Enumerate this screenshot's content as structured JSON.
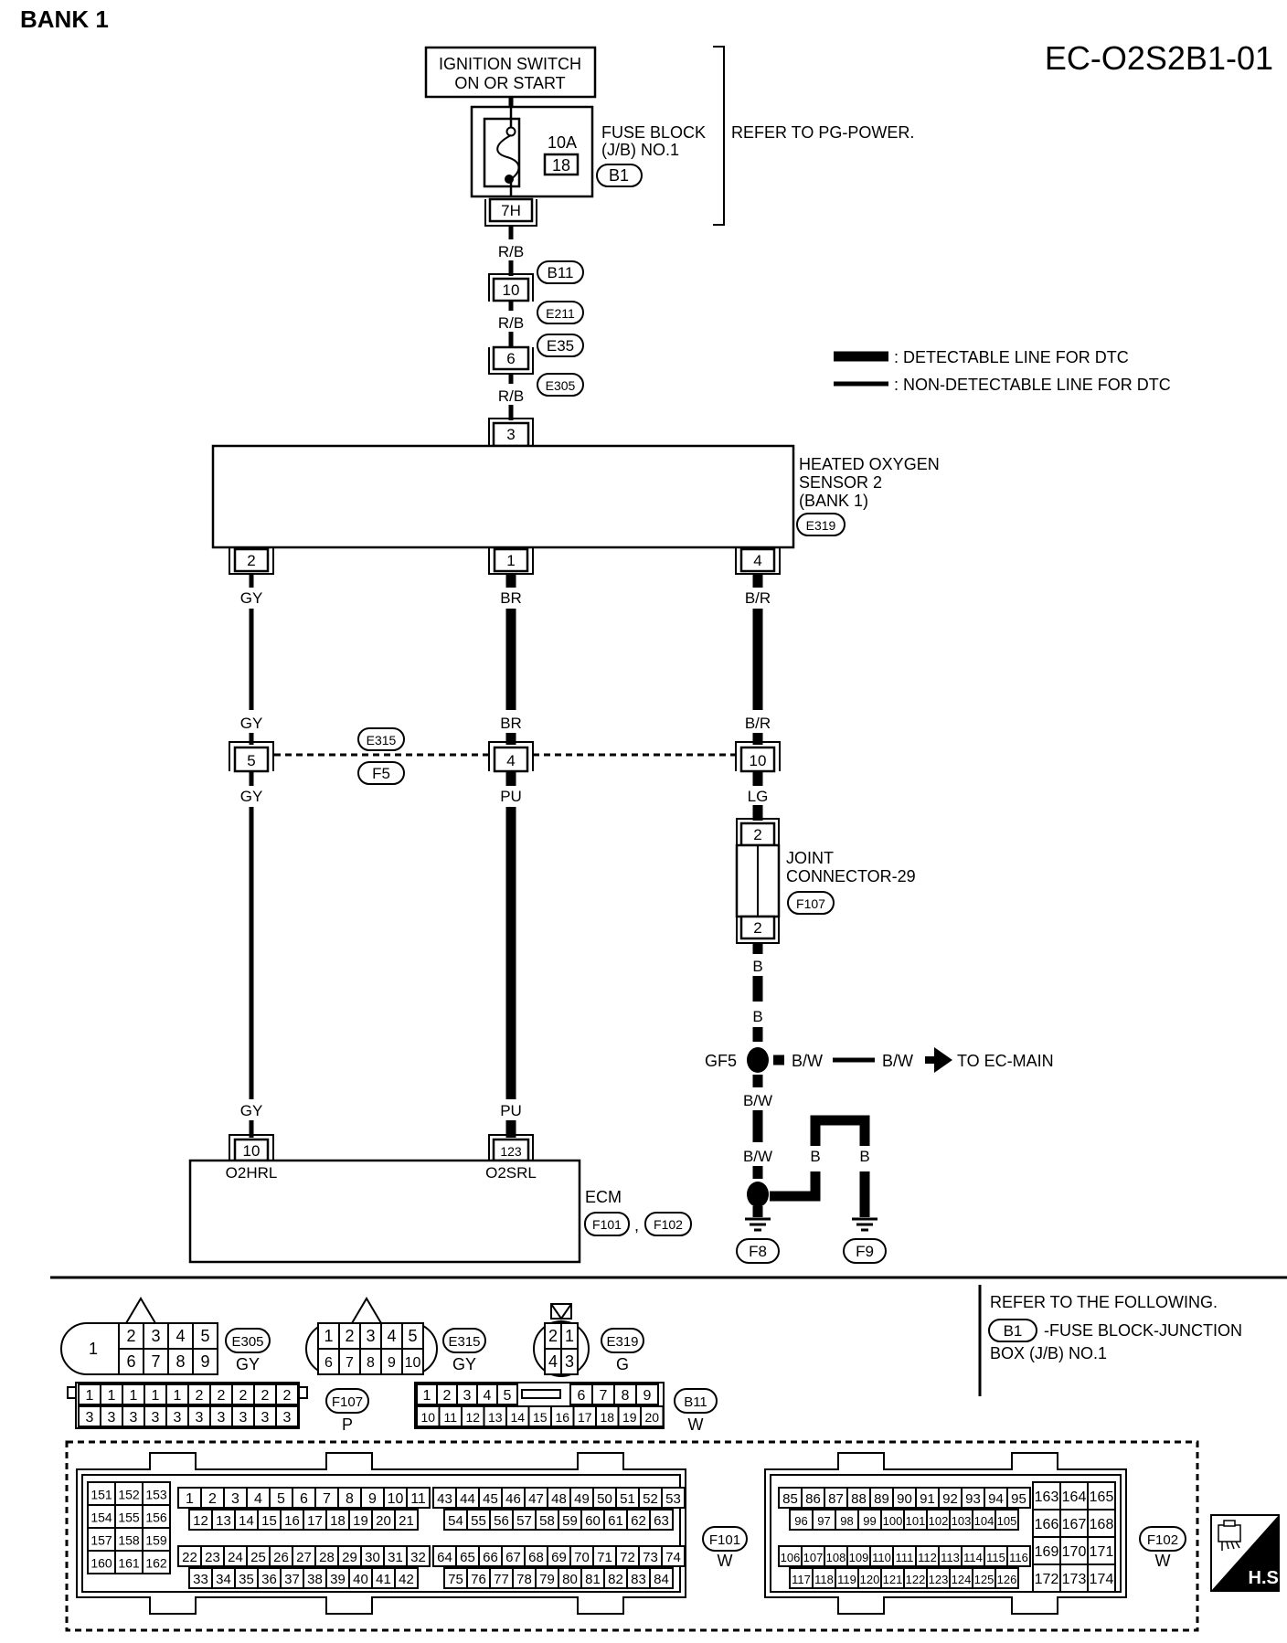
{
  "title": "BANK 1",
  "diagram_code": "EC-O2S2B1-01",
  "ignition": {
    "line1": "IGNITION SWITCH",
    "line2": "ON OR START"
  },
  "fuse_block": {
    "rating": "10A",
    "fuse_no": "18",
    "label1": "FUSE BLOCK",
    "label2": "(J/B) NO.1",
    "connector": "B1",
    "terminal": "7H",
    "refer": "REFER TO PG-POWER."
  },
  "legend": {
    "detectable": ": DETECTABLE LINE FOR DTC",
    "non_detectable": ": NON-DETECTABLE LINE FOR DTC"
  },
  "power_chain": {
    "wire1": "R/B",
    "b11_terminal": "10",
    "b11": "B11",
    "e211": "E211",
    "wire2": "R/B",
    "e35_terminal": "6",
    "e35": "E35",
    "e305": "E305",
    "wire3": "R/B",
    "sensor_terminal": "3"
  },
  "sensor": {
    "line1": "HEATED OXYGEN",
    "line2": "SENSOR 2",
    "line3": "(BANK 1)",
    "connector": "E319",
    "pins": [
      {
        "terminal": "2",
        "wire_top": "GY",
        "wire_mid": "GY",
        "inline_terminal": "5",
        "wire_below": "GY"
      },
      {
        "terminal": "1",
        "wire_top": "BR",
        "wire_mid": "BR",
        "inline_terminal": "4",
        "wire_below": "PU"
      },
      {
        "terminal": "4",
        "wire_top": "B/R",
        "wire_mid": "B/R",
        "inline_terminal": "10",
        "wire_below": "LG"
      }
    ]
  },
  "inline_connector": {
    "top": "E315",
    "bottom": "F5"
  },
  "joint": {
    "line1": "JOINT",
    "line2": "CONNECTOR-29",
    "connector": "F107",
    "terminal_top": "2",
    "terminal_bottom": "2",
    "wire_out": "B",
    "wire_out2": "B"
  },
  "ground": {
    "gf5": "GF5",
    "bw1": "B/W",
    "bw2": "B/W",
    "to_main": "TO EC-MAIN",
    "bw_down1": "B/W",
    "bw_down2": "B/W",
    "b1": "B",
    "b2": "B",
    "f8": "F8",
    "f9": "F9"
  },
  "ecm": {
    "label": "ECM",
    "conn1": "F101",
    "sep": ",",
    "conn2": "F102",
    "pins": [
      {
        "terminal": "10",
        "name": "O2HRL",
        "wire": "GY"
      },
      {
        "terminal": "123",
        "name": "O2SRL",
        "wire": "PU"
      }
    ]
  },
  "refer_box": {
    "line1": "REFER TO THE FOLLOWING.",
    "conn": "B1",
    "line2": "-FUSE BLOCK-JUNCTION",
    "line3": "BOX (J/B) NO.1"
  },
  "connectors": {
    "e305": {
      "id": "E305",
      "color": "GY",
      "big": "1",
      "top": [
        "2",
        "3",
        "4",
        "5"
      ],
      "bottom": [
        "6",
        "7",
        "8",
        "9"
      ]
    },
    "e315": {
      "id": "E315",
      "color": "GY",
      "top": [
        "1",
        "2",
        "3",
        "4",
        "5"
      ],
      "bottom": [
        "6",
        "7",
        "8",
        "9",
        "10"
      ]
    },
    "e319": {
      "id": "E319",
      "color": "G",
      "top": [
        "2",
        "1"
      ],
      "bottom": [
        "4",
        "3"
      ]
    },
    "f107": {
      "id": "F107",
      "color": "P",
      "top": [
        "1",
        "1",
        "1",
        "1",
        "1",
        "2",
        "2",
        "2",
        "2",
        "2"
      ],
      "bottom": [
        "3",
        "3",
        "3",
        "3",
        "3",
        "3",
        "3",
        "3",
        "3",
        "3"
      ]
    },
    "b11": {
      "id": "B11",
      "color": "W",
      "top_left": [
        "1",
        "2",
        "3",
        "4",
        "5"
      ],
      "top_right": [
        "6",
        "7",
        "8",
        "9"
      ],
      "bottom": [
        "10",
        "11",
        "12",
        "13",
        "14",
        "15",
        "16",
        "17",
        "18",
        "19",
        "20"
      ]
    },
    "f101": {
      "id": "F101",
      "color": "W",
      "grid": [
        [
          "151",
          "152",
          "153"
        ],
        [
          "154",
          "155",
          "156"
        ],
        [
          "157",
          "158",
          "159"
        ],
        [
          "160",
          "161",
          "162"
        ]
      ],
      "r1a": [
        "1",
        "2",
        "3",
        "4",
        "5",
        "6",
        "7",
        "8",
        "9",
        "10",
        "11"
      ],
      "r2a": [
        "12",
        "13",
        "14",
        "15",
        "16",
        "17",
        "18",
        "19",
        "20",
        "21"
      ],
      "r3a": [
        "22",
        "23",
        "24",
        "25",
        "26",
        "27",
        "28",
        "29",
        "30",
        "31",
        "32"
      ],
      "r4a": [
        "33",
        "34",
        "35",
        "36",
        "37",
        "38",
        "39",
        "40",
        "41",
        "42"
      ],
      "r1b": [
        "43",
        "44",
        "45",
        "46",
        "47",
        "48",
        "49",
        "50",
        "51",
        "52",
        "53"
      ],
      "r2b": [
        "54",
        "55",
        "56",
        "57",
        "58",
        "59",
        "60",
        "61",
        "62",
        "63"
      ],
      "r3b": [
        "64",
        "65",
        "66",
        "67",
        "68",
        "69",
        "70",
        "71",
        "72",
        "73",
        "74"
      ],
      "r4b": [
        "75",
        "76",
        "77",
        "78",
        "79",
        "80",
        "81",
        "82",
        "83",
        "84"
      ]
    },
    "f102": {
      "id": "F102",
      "color": "W",
      "r1": [
        "85",
        "86",
        "87",
        "88",
        "89",
        "90",
        "91",
        "92",
        "93",
        "94",
        "95"
      ],
      "r2": [
        "96",
        "97",
        "98",
        "99",
        "100",
        "101",
        "102",
        "103",
        "104",
        "105"
      ],
      "r3": [
        "106",
        "107",
        "108",
        "109",
        "110",
        "111",
        "112",
        "113",
        "114",
        "115",
        "116"
      ],
      "r4": [
        "117",
        "118",
        "119",
        "120",
        "121",
        "122",
        "123",
        "124",
        "125",
        "126"
      ],
      "grid": [
        [
          "163",
          "164",
          "165"
        ],
        [
          "166",
          "167",
          "168"
        ],
        [
          "169",
          "170",
          "171"
        ],
        [
          "172",
          "173",
          "174"
        ]
      ]
    }
  },
  "hs_badge": "H.S."
}
